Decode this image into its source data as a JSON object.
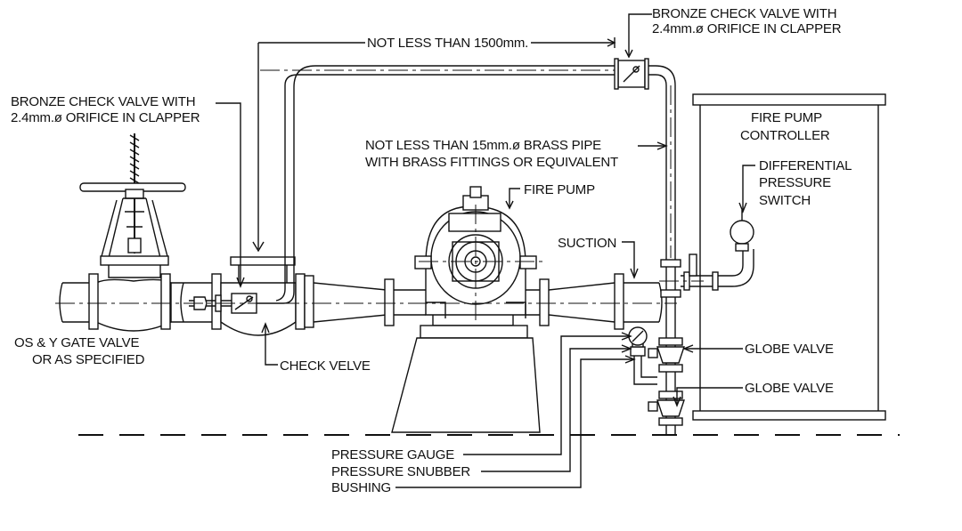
{
  "labels": {
    "bronze_check_valve_top": [
      "BRONZE CHECK VALVE WITH",
      "2.4mm.ø ORIFICE IN CLAPPER"
    ],
    "bronze_check_valve_left": [
      "BRONZE CHECK VALVE WITH",
      "2.4mm.ø ORIFICE IN CLAPPER"
    ],
    "not_less_1500": "NOT LESS THAN 1500mm.",
    "brass_pipe": [
      "NOT LESS THAN 15mm.ø BRASS PIPE",
      "WITH BRASS FITTINGS OR EQUIVALENT"
    ],
    "fire_pump": "FIRE PUMP",
    "suction": "SUCTION",
    "fire_pump_controller": [
      "FIRE PUMP",
      "CONTROLLER"
    ],
    "differential_pressure_switch": [
      "DIFFERENTIAL",
      "PRESSURE",
      "SWITCH"
    ],
    "os_y_gate_valve": [
      "OS & Y GATE VALVE",
      "OR AS SPECIFIED"
    ],
    "check_velve": "CHECK VELVE",
    "globe_valve_1": "GLOBE VALVE",
    "globe_valve_2": "GLOBE VALVE",
    "pressure_gauge": "PRESSURE GAUGE",
    "pressure_snubber": "PRESSURE SNUBBER",
    "bushing": "BUSHING"
  },
  "colors": {
    "ink": "#111111",
    "background": "#ffffff"
  }
}
